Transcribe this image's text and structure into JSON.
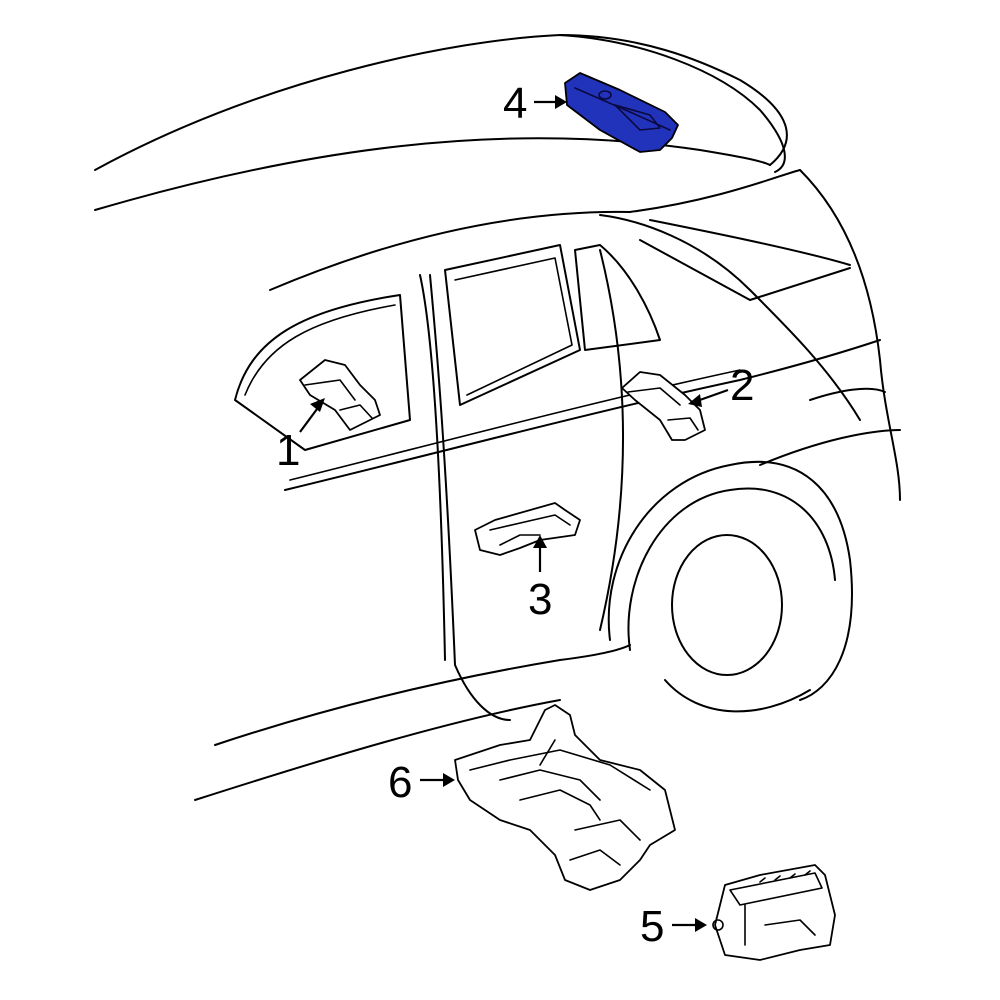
{
  "diagram": {
    "highlight_color": "#2233bb",
    "callouts": [
      {
        "id": "1",
        "label": "1"
      },
      {
        "id": "2",
        "label": "2"
      },
      {
        "id": "3",
        "label": "3"
      },
      {
        "id": "4",
        "label": "4"
      },
      {
        "id": "5",
        "label": "5"
      },
      {
        "id": "6",
        "label": "6"
      }
    ],
    "highlighted_part": "4"
  }
}
